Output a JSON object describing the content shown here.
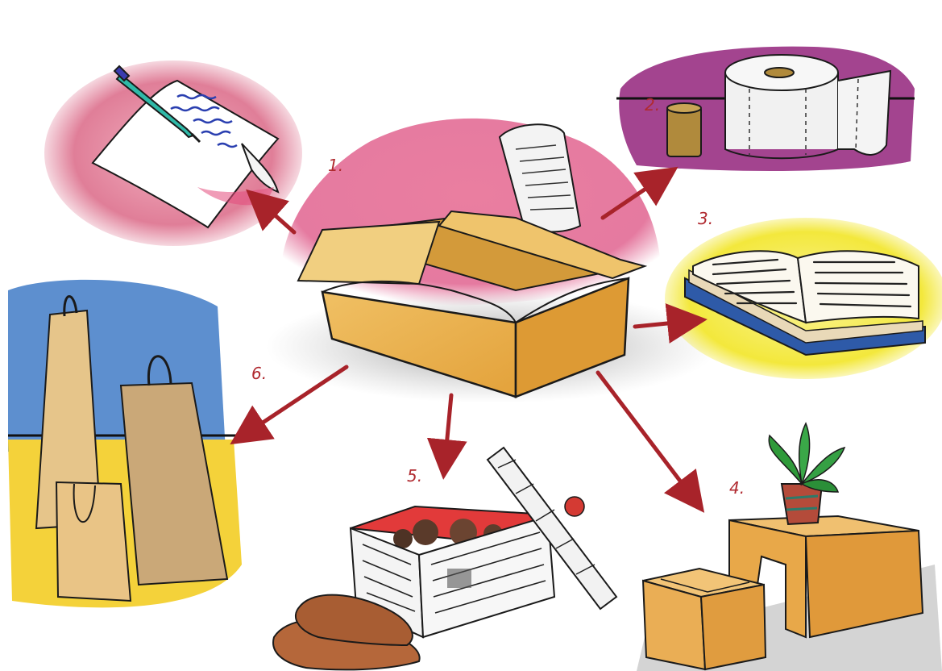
{
  "labels": {
    "item1": "1.",
    "item2": "2.",
    "item3": "3.",
    "item4": "4.",
    "item5": "5.",
    "item6": "6."
  },
  "colors": {
    "arrow": "#a8232a",
    "cardboard": "#e8b35a",
    "cardboard_dark": "#d9912f",
    "pink_bg": "#e8899f",
    "purple_bg": "#a3448f",
    "yellow_bg": "#f3ea4a",
    "blue_bg": "#5d8fcf",
    "label_red": "#b02a30"
  },
  "icons": [
    "paper-with-pen-icon",
    "toilet-paper-roll-icon",
    "open-book-icon",
    "box-table-with-plant-icon",
    "newspaper-covered-storage-box-icon",
    "paper-bags-icon"
  ]
}
